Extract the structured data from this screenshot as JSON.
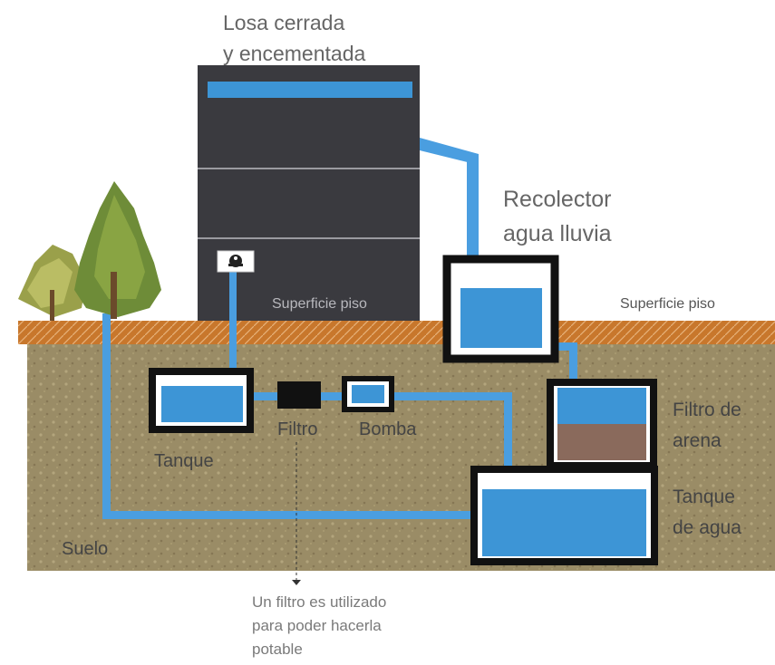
{
  "labels": {
    "roof_line1": "Losa cerrada",
    "roof_line2": "y encementada",
    "collector_line1": "Recolector",
    "collector_line2": "agua lluvia",
    "floor_surface_building": "Superficie piso",
    "floor_surface_right": "Superficie piso",
    "small_tank": "Tanque",
    "filter": "Filtro",
    "pump": "Bomba",
    "sand_filter_line1": "Filtro de",
    "sand_filter_line2": "arena",
    "water_tank_line1": "Tanque",
    "water_tank_line2": "de agua",
    "soil": "Suelo",
    "note_line1": "Un filtro es utilizado",
    "note_line2": "para poder hacerla",
    "note_line3": "potable"
  },
  "colors": {
    "water": "#3d95d6",
    "pipe": "#4a9ee0",
    "building": "#3a3a3f",
    "soil": "#9a8c66",
    "topsoil": "#c8772c",
    "frame": "#111111",
    "sand": "#8a6a5c",
    "text": "#555555",
    "note_text": "#7a7a7a"
  },
  "icons": {
    "faucet": "faucet-icon",
    "trees": "tree-icon"
  }
}
